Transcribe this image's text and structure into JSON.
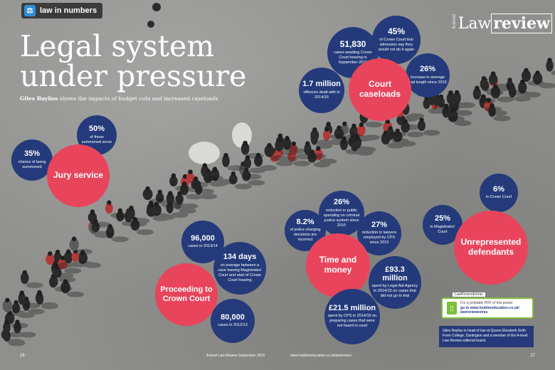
{
  "tag": {
    "label": "law in numbers",
    "icon": "scales-icon"
  },
  "title": "Legal system\nunder pressure",
  "subtitle": {
    "author": "Giles Bayliss",
    "text": " shows the impacts of budget cuts and increased caseloads"
  },
  "brand": {
    "a_level": "A-level",
    "law": "Law",
    "review": "review"
  },
  "bubbles": {
    "jury_50": {
      "value": "50%",
      "text": "of those summoned serve"
    },
    "jury_35": {
      "value": "35%",
      "text": "chance of being summoned"
    },
    "jury": {
      "label": "Jury service"
    },
    "court_51830": {
      "value": "51,830",
      "text": "cases awaiting Crown Court hearing in September 2015"
    },
    "court_45": {
      "value": "45%",
      "text": "of Crown Court trial witnesses say they would not do it again"
    },
    "court_17m": {
      "value": "1.7 million",
      "text": "offences dealt with in 2014/15"
    },
    "court_26": {
      "value": "26%",
      "text": "increase in average trial length since 2010"
    },
    "court": {
      "label": "Court caseloads"
    },
    "time_26": {
      "value": "26%",
      "text": "reduction in public spending on criminal justice system since 2010"
    },
    "time_82": {
      "value": "8.2%",
      "text": "of police charging decisions are incorrect"
    },
    "time_27": {
      "value": "27%",
      "text": "reduction in lawyers employed by CPS since 2010"
    },
    "time_933": {
      "value": "£93.3 million",
      "text": "spent by Legal Aid Agency in 2014/15 on cases that did not go to trial"
    },
    "time_215": {
      "value": "£21.5 million",
      "text": "spent by CPS in 2014/15 on preparing cases that were not heard in court"
    },
    "time": {
      "label": "Time and money"
    },
    "proc_96000": {
      "value": "96,000",
      "text": "cases in 2013/14"
    },
    "proc_134": {
      "value": "134 days",
      "text": "on average between a case leaving Magistrates' Court and start of Crown Court hearing"
    },
    "proc_80000": {
      "value": "80,000",
      "text": "cases in 2012/13"
    },
    "proc": {
      "label": "Proceeding to Crown Court"
    },
    "unrep_6": {
      "value": "6%",
      "text": "in Crown Court"
    },
    "unrep_25": {
      "value": "25%",
      "text": "in Magistrates' Court"
    },
    "unrep": {
      "label": "Unrepresented defendants"
    }
  },
  "pdf": {
    "label": "LawReviewExtras",
    "line1": "For a printable PDF of this poster",
    "line2": "go to www.hoddereducation.co.uk/",
    "line3": "lawreviewextras"
  },
  "author_note": "Giles Bayliss is head of law at Queen Elizabeth Sixth Form College, Darlington and a member of the A-level Law Review editorial board.",
  "footer": {
    "page_left": "16",
    "issue": "A-level Law Review  September 2016",
    "url": "www.hoddereducation.co.uk/lawreview",
    "page_right": "17"
  },
  "colors": {
    "navy": "#243a7a",
    "red": "#e8455c",
    "accent_green": "#7bbf3a"
  }
}
